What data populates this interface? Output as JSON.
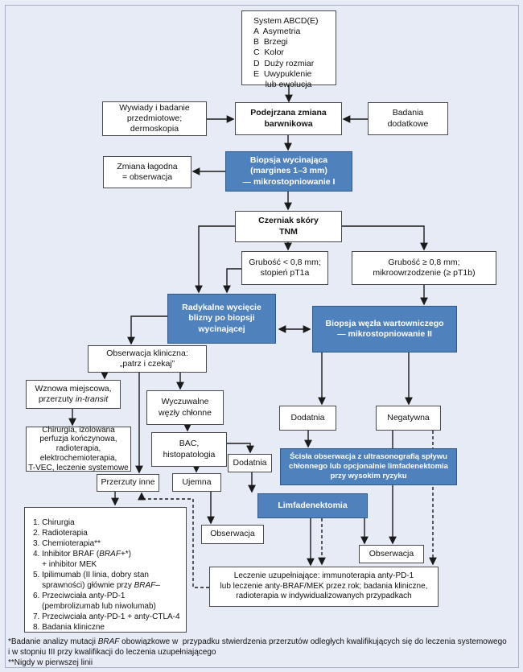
{
  "colors": {
    "background": "#e7ebf5",
    "frame_border": "#a6b0c8",
    "box_border": "#4a4a4c",
    "blue_fill": "#4f81bd",
    "blue_border": "#30598b",
    "arrow": "#1a1a1a"
  },
  "boxes": {
    "abcde": {
      "text": "System ABCD(E)\nA  Asymetria\nB  Brzegi\nC  Kolor\nD  Duży rozmiar\nE  Uwypuklenie\n     lub ewolucja"
    },
    "wywiady": {
      "text": "Wywiady i badanie\nprzedmiotowe;\ndermoskopia"
    },
    "podejrzana": {
      "text": "Podejrzana zmiana\nbarwnikowa"
    },
    "badania_dodatkowe": {
      "text": "Badania\ndodatkowe"
    },
    "zmiana_lagodna": {
      "text": "Zmiana łagodna\n= obserwacja"
    },
    "biopsja_wycinajaca": {
      "text": "Biopsja wycinająca\n(margines 1–3 mm)\n— mikrostopniowanie I"
    },
    "czerniak_tnm": {
      "text": "Czerniak skóry\nTNM"
    },
    "grubosc_lt": {
      "text": "Grubość < 0,8 mm;\nstopień pT1a"
    },
    "grubosc_ge": {
      "text": "Grubość ≥ 0,8 mm;\nmikroowrzodzenie (≥ pT1b)"
    },
    "radykalne": {
      "text": "Radykalne wycięcie\nblizny po biopsji\nwycinającej"
    },
    "biopsja_wezla": {
      "text": "Biopsja węzła wartowniczego\n— mikrostopniowanie II"
    },
    "obserwacja_kliniczna": {
      "text": "Obserwacja kliniczna:\n„patrz i czekaj”"
    },
    "wznowa": {
      "pre": "Wznowa miejscowa,\nprzerzuty ",
      "it": "in-transit"
    },
    "wyczuwalne": {
      "text": "Wyczuwalne\nwęzły chłonne"
    },
    "chirurgia": {
      "text": "Chirurgia, izolowana\nperfuzja kończynowa,\nradioterapia,\nelektrochemioterapia,\nT-VEC, leczenie systemowe"
    },
    "bac": {
      "text": "BAC,\nhistopatologia"
    },
    "dodatnia_mid": {
      "text": "Dodatnia"
    },
    "dodatnia_right": {
      "text": "Dodatnia"
    },
    "negatywna": {
      "text": "Negatywna"
    },
    "przerzuty_inne": {
      "text": "Przerzuty inne"
    },
    "ujemna": {
      "text": "Ujemna"
    },
    "scisla": {
      "text": "Ścisła obserwacja z ultrasonografią spływu\nchłonnego lub opcjonalnie limfadenektomia\nprzy wysokim ryzyku"
    },
    "limfadenektomia": {
      "text": "Limfadenektomia"
    },
    "obserwacja_left": {
      "text": "Obserwacja"
    },
    "obserwacja_right": {
      "text": "Obserwacja"
    },
    "leczenie": {
      "text": "Leczenie uzupełniające: immunoterapia anty-PD-1\nlub leczenie anty-BRAF/MEK przez rok; badania kliniczne,\nradioterapia w indywidualizowanych przypadkach"
    }
  },
  "options": {
    "items": [
      {
        "pre": "1. Chirurgia"
      },
      {
        "pre": "2. Radioterapia"
      },
      {
        "pre": "3. Chemioterapia**"
      },
      {
        "pre": "4. Inhibitor BRAF (",
        "it": "BRAF",
        "post": "+*)\n    + inhibitor MEK"
      },
      {
        "pre": "5. Ipilimumab (II linia, dobry stan\n    sprawności) głównie przy ",
        "it": "BRAF",
        "post": "–"
      },
      {
        "pre": "6. Przeciwciała anty-PD-1\n    (pembrolizumab lub niwolumab)"
      },
      {
        "pre": "7. Przeciwciała anty-PD-1 + anty-CTLA-4"
      },
      {
        "pre": "8. Badania kliniczne"
      }
    ]
  },
  "footnotes": {
    "f1_pre": "*Badanie analizy mutacji ",
    "f1_it": "BRAF",
    "f1_post": " obowiązkowe w  przypadku stwierdzenia przerzutów odległych kwalifikujących się do leczenia systemowego\ni w stopniu III przy kwalifikacji do leczenia uzupełniającego",
    "f2": "**Nigdy w pierwszej linii"
  }
}
